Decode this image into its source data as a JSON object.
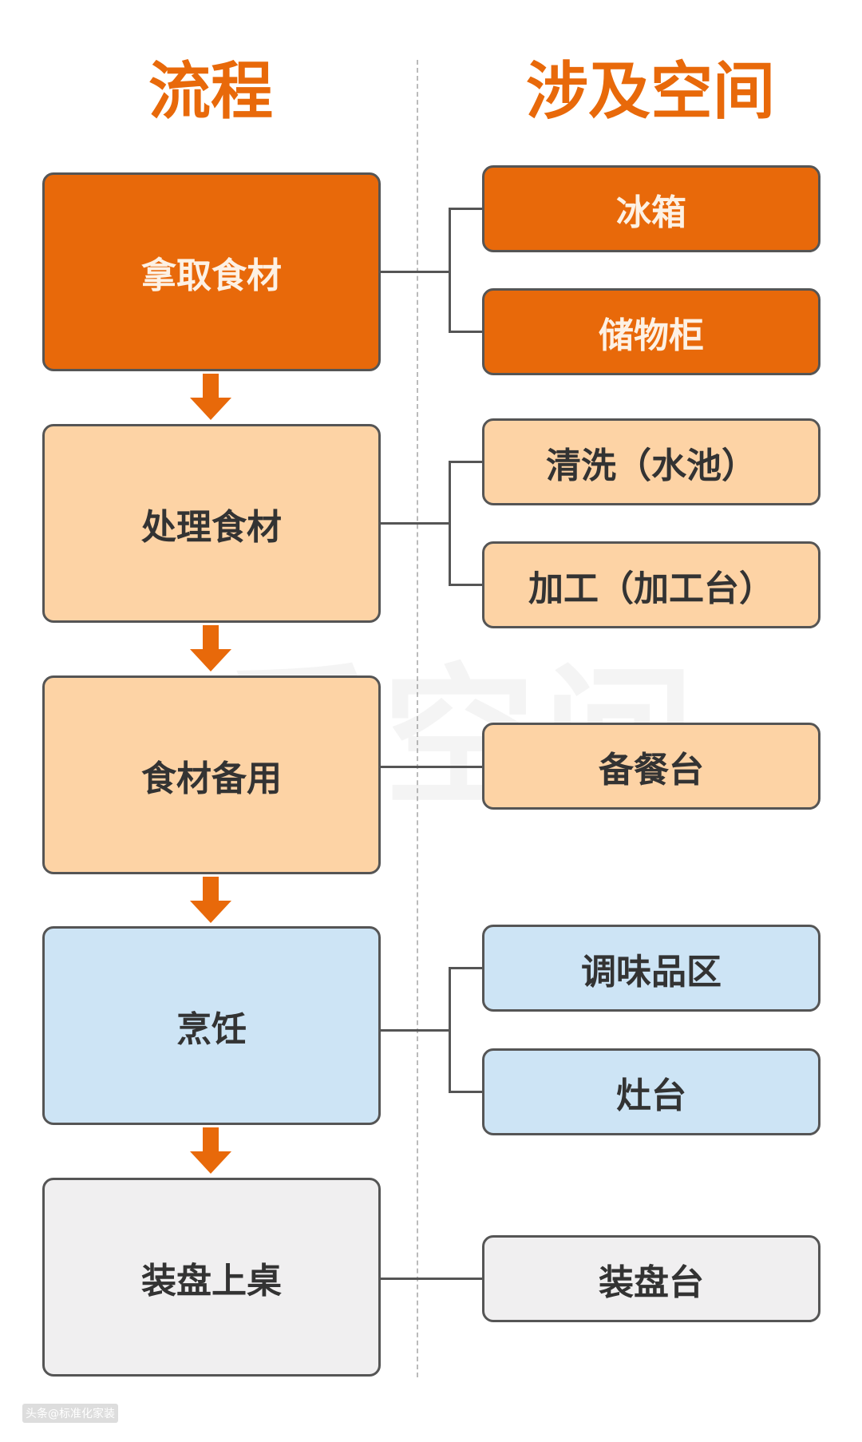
{
  "headers": {
    "process": "流程",
    "spaces": "涉及空间"
  },
  "steps": [
    {
      "label": "拿取食材",
      "color": "#E8690A"
    },
    {
      "label": "处理食材",
      "color": "#FDD3A5"
    },
    {
      "label": "食材备用",
      "color": "#FDD3A5"
    },
    {
      "label": "烹饪",
      "color": "#CDE4F5"
    },
    {
      "label": "装盘上桌",
      "color": "#F0EFF0"
    }
  ],
  "spaces": [
    {
      "label": "冰箱",
      "step": 0
    },
    {
      "label": "储物柜",
      "step": 0
    },
    {
      "label": "清洗（水池）",
      "step": 1
    },
    {
      "label": "加工（加工台）",
      "step": 1
    },
    {
      "label": "备餐台",
      "step": 2
    },
    {
      "label": "调味品区",
      "step": 3
    },
    {
      "label": "灶台",
      "step": 3
    },
    {
      "label": "装盘台",
      "step": 4
    }
  ],
  "watermark": "爱空间",
  "credit": "头条@标准化家装",
  "arrow_color": "#E8690A"
}
